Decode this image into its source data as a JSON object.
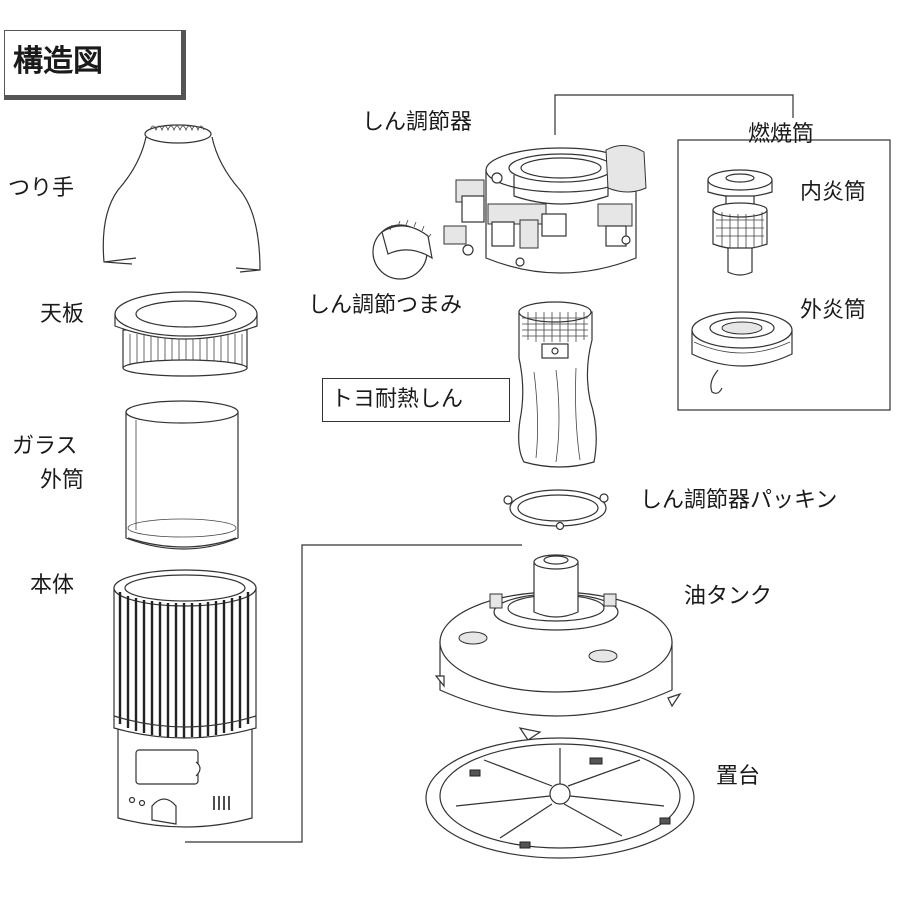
{
  "title": "構造図",
  "labels": {
    "tsurite": "つり手",
    "tenban": "天板",
    "glass_line1": "ガラス",
    "glass_line2": "外筒",
    "hontai": "本体",
    "shin_chosetsuki": "しん調節器",
    "shin_chosetsu_tsumami": "しん調節つまみ",
    "toyo_tainetsu_shin": "トヨ耐熱しん",
    "shin_chosetsuki_packing": "しん調節器パッキン",
    "abura_tank": "油タンク",
    "okidai": "置台",
    "nenshoto": "燃焼筒",
    "naienso": "内炎筒",
    "gaienso": "外炎筒"
  }
}
